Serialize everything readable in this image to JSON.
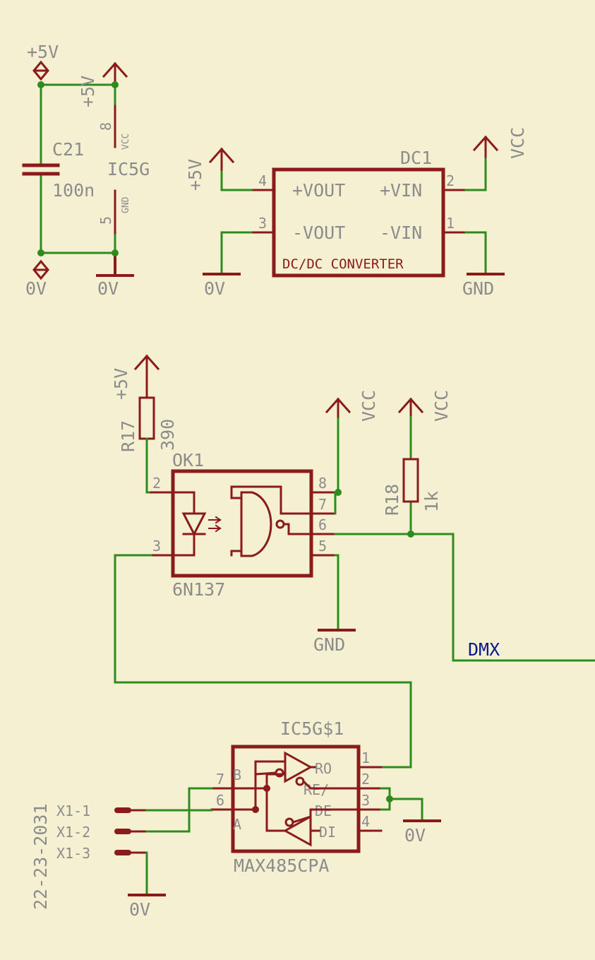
{
  "supply": {
    "plus5v_flag": "+5V",
    "zero_v_flag": "0V",
    "cap_name": "C21",
    "cap_value": "100n",
    "ic_name": "IC5G",
    "pin_vcc_num": "8",
    "pin_vcc_name": "VCC",
    "pin_gnd_num": "5",
    "pin_gnd_name": "GND",
    "arrow_label": "+5V",
    "ground_label": "0V"
  },
  "dcdc": {
    "name": "DC1",
    "type_label": "DC/DC CONVERTER",
    "pins": {
      "p4": {
        "num": "4",
        "name": "+VOUT"
      },
      "p3": {
        "num": "3",
        "name": "-VOUT"
      },
      "p2": {
        "num": "2",
        "name": "+VIN"
      },
      "p1": {
        "num": "1",
        "name": "-VIN"
      }
    },
    "out_pos_label": "+5V",
    "out_neg_label": "0V",
    "in_pos_label": "VCC",
    "in_neg_label": "GND"
  },
  "optocoupler": {
    "r17_name": "R17",
    "r17_value": "390",
    "r17_supply": "+5V",
    "name": "OK1",
    "part": "6N137",
    "pins": {
      "p2": "2",
      "p3": "3",
      "p8": "8",
      "p7": "7",
      "p6": "6",
      "p5": "5"
    },
    "vcc_label": "VCC",
    "gnd_label": "GND",
    "r18_name": "R18",
    "r18_value": "1k",
    "r18_supply": "VCC",
    "net_label": "DMX"
  },
  "transceiver": {
    "name": "IC5G$1",
    "part": "MAX485CPA",
    "pins": {
      "p1": {
        "num": "1",
        "name": "RO"
      },
      "p2": {
        "num": "2",
        "name": "RE/"
      },
      "p3": {
        "num": "3",
        "name": "DE"
      },
      "p4": {
        "num": "4",
        "name": "DI"
      },
      "p7": {
        "num": "7",
        "name": "B"
      },
      "p6": {
        "num": "6",
        "name": "A"
      }
    },
    "ground_label": "0V"
  },
  "connector": {
    "part": "22-23-2031",
    "pins": [
      "X1-1",
      "X1-2",
      "X1-3"
    ],
    "ground_label": "0V"
  },
  "colors": {
    "background": "#f5f0d2",
    "wire": "#2e8b1e",
    "symbol": "#8b1a1a",
    "label": "#8c8c8c",
    "net": "#0a1a8c"
  }
}
